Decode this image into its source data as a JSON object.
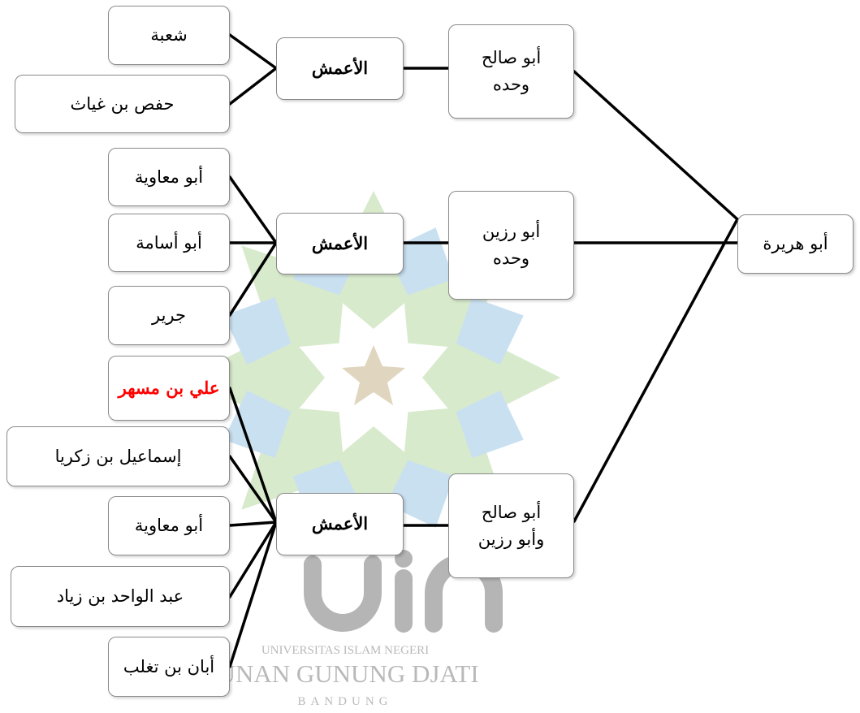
{
  "diagram": {
    "nodes": {
      "shuba": "شعبة",
      "hafs": "حفص بن غياث",
      "abu_muawiya_1": "أبو معاوية",
      "abu_usama": "أبو أسامة",
      "jarir": "جرير",
      "ali_bin_mushir": "علي بن مسهر",
      "ismail": "إسماعيل بن زكريا",
      "abu_muawiya_2": "أبو معاوية",
      "abd_al_wahid": "عبد الواحد بن زياد",
      "aban": "أبان بن تغلب",
      "amash_1": "الأعمش",
      "amash_2": "الأعمش",
      "amash_3": "الأعمش",
      "abu_salih_alone": "أبو صالح\nوحده",
      "abu_razin_alone": "أبو رزين\nوحده",
      "abu_salih_and_razin": "أبو صالح\nوأبو رزين",
      "abu_hurayra": "أبو هريرة"
    },
    "highlight_color": "#ff0000"
  },
  "watermark": {
    "logo": "uin",
    "line1": "UNIVERSITAS ISLAM NEGERI",
    "line2": "SUNAN GUNUNG DJATI",
    "line3": "BANDUNG",
    "colors": {
      "green": "#b9d9a3",
      "blue": "#9ec7e6",
      "star": "#c7b58c",
      "text": "#b9b9b9"
    }
  }
}
